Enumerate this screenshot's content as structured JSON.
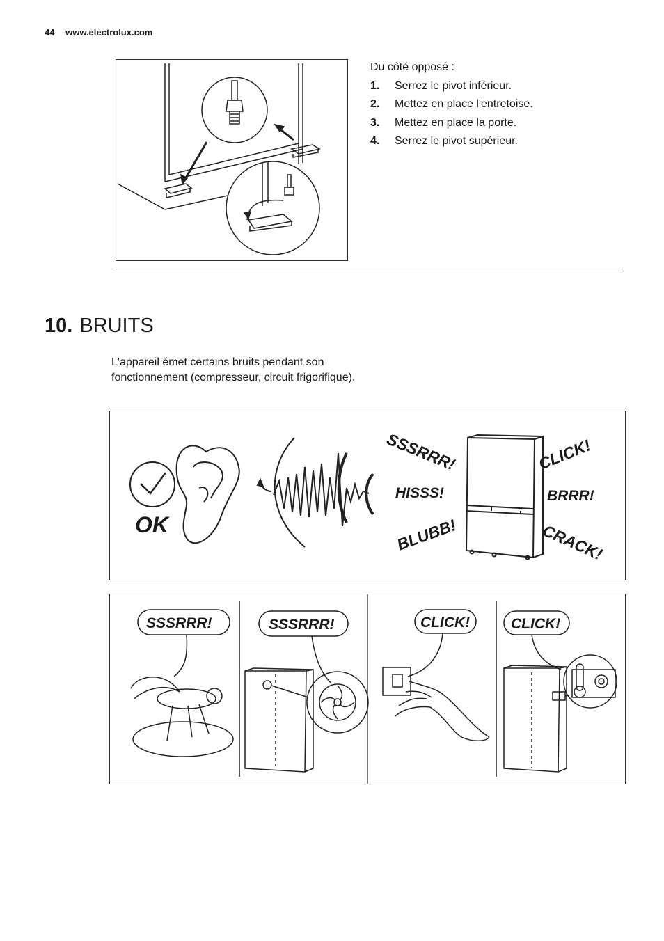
{
  "header": {
    "page_number": "44",
    "site": "www.electrolux.com"
  },
  "steps": {
    "intro": "Du côté opposé :",
    "items": [
      {
        "num": "1.",
        "text": "Serrez le pivot inférieur."
      },
      {
        "num": "2.",
        "text": "Mettez en place l'entretoise."
      },
      {
        "num": "3.",
        "text": "Mettez en place la porte."
      },
      {
        "num": "4.",
        "text": "Serrez le pivot supérieur."
      }
    ]
  },
  "section": {
    "number": "10.",
    "title": "BRUITS",
    "intro": "L'appareil émet certains bruits pendant son fonctionnement (compresseur, circuit frigorifique)."
  },
  "panel_top": {
    "ok": "OK",
    "sounds": [
      "SSSRRR!",
      "HISSS!",
      "BLUBB!",
      "CLICK!",
      "BRRR!",
      "CRACK!"
    ]
  },
  "panel_bottom": {
    "bubbles": [
      "SSSRRR!",
      "SSSRRR!",
      "CLICK!",
      "CLICK!"
    ]
  }
}
